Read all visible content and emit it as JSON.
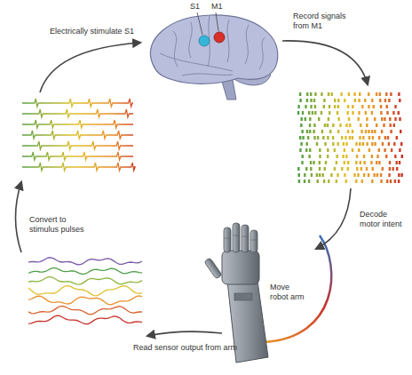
{
  "diagram": {
    "labels": [
      "S1",
      "M1",
      "Record signals from M1",
      "Decode motor intent",
      "Move robot arm",
      "Read sensor output from arm",
      "Convert to stimulus pulses",
      "Electrically stimulate S1"
    ]
  }
}
